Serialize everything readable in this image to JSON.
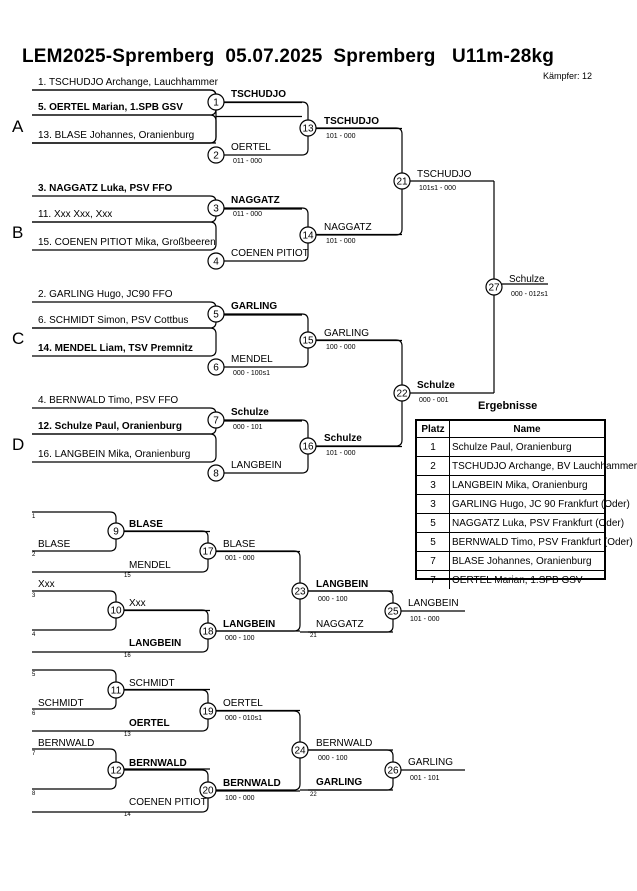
{
  "header": {
    "title": "LEM2025-Spremberg  05.07.2025  Spremberg   U11m-28kg",
    "kaempfer": "Kämpfer: 12"
  },
  "pools": [
    "A",
    "B",
    "C",
    "D"
  ],
  "entrants": [
    "1. TSCHUDJO Archange, Lauchhammer",
    "5. OERTEL Marian, 1.SPB GSV",
    "13. BLASE Johannes,  Oranienburg",
    "3. NAGGATZ Luka, PSV FFO",
    "11. Xxx Xxx, Xxx",
    "15. COENEN PITIOT Mika, Großbeeren",
    "2. GARLING Hugo, JC90 FFO",
    "6. SCHMIDT Simon, PSV Cottbus",
    "14. MENDEL Liam, TSV Premnitz",
    "4. BERNWALD Timo, PSV FFO",
    "12. Schulze Paul,  Oranienburg",
    "16. LANGBEIN Mika,  Oranienburg"
  ],
  "fights": [
    {
      "no": "1",
      "winner": "TSCHUDJO",
      "loser": "OERTEL",
      "score": "011 - 000"
    },
    {
      "no": "3",
      "winner": "NAGGATZ",
      "loser": "COENEN PITIOT",
      "score": "011 - 000"
    },
    {
      "no": "5",
      "winner": "GARLING",
      "loser": "MENDEL",
      "score": "000 - 100s1"
    },
    {
      "no": "7",
      "winner": "Schulze",
      "loser": "LANGBEIN",
      "score": "000 - 101"
    },
    {
      "no": "13",
      "winner": "TSCHUDJO",
      "loser": "NAGGATZ",
      "score": "101 - 000"
    },
    {
      "no": "15",
      "winner": "GARLING",
      "loser": "Schulze",
      "score": "100 - 000"
    },
    {
      "no": "21",
      "winner": "TSCHUDJO",
      "loser": "Schulze",
      "score": "101s1 - 000"
    },
    {
      "no": "27",
      "winner": "Schulze",
      "score": "000 - 012s1"
    },
    {
      "no": "2",
      "score": ""
    },
    {
      "no": "4",
      "score": ""
    },
    {
      "no": "6",
      "score": ""
    },
    {
      "no": "8",
      "score": ""
    },
    {
      "no": "14",
      "score": "101 - 000"
    },
    {
      "no": "16",
      "score": "101 - 000"
    },
    {
      "no": "22",
      "score": "000 - 001"
    }
  ],
  "repechage": {
    "seeds": [
      "1",
      "2",
      "3",
      "4",
      "5",
      "6",
      "7",
      "8",
      "15",
      "16",
      "13",
      "14",
      "21",
      "22"
    ],
    "names": {
      "blase_a": "BLASE",
      "blase_w": "BLASE",
      "blase_b": "BLASE",
      "mendel": "MENDEL",
      "xxx_a": "Xxx",
      "xxx_b": "Xxx",
      "langbein_a": "LANGBEIN",
      "langbein_b": "LANGBEIN",
      "langbein_c": "LANGBEIN",
      "langbein_d": "LANGBEIN",
      "naggatz": "NAGGATZ",
      "schmidt_a": "SCHMIDT",
      "schmidt_b": "SCHMIDT",
      "oertel_a": "OERTEL",
      "oertel_b": "OERTEL",
      "bernwald_a": "BERNWALD",
      "bernwald_b": "BERNWALD",
      "bernwald_c": "BERNWALD",
      "bernwald_d": "BERNWALD",
      "coenen": "COENEN PITIOT",
      "garling_a": "GARLING",
      "garling_b": "GARLING"
    },
    "fight_nos": [
      "9",
      "10",
      "11",
      "12",
      "17",
      "18",
      "19",
      "20",
      "23",
      "24",
      "25",
      "26"
    ],
    "scores": {
      "f17": "001 - 000",
      "f18": "000 - 100",
      "f19": "000 - 010s1",
      "f20": "100 - 000",
      "f23": "000 - 100",
      "f24": "000 - 100",
      "f25": "101 - 000",
      "f26": "001 - 101"
    }
  },
  "results": {
    "title": "Ergebnisse",
    "headers": [
      "Platz",
      "Name"
    ],
    "rows": [
      [
        "1",
        "Schulze Paul,  Oranienburg"
      ],
      [
        "2",
        "TSCHUDJO Archange, BV Lauchhammer"
      ],
      [
        "3",
        "LANGBEIN Mika,  Oranienburg"
      ],
      [
        "3",
        "GARLING Hugo, JC 90 Frankfurt (Oder)"
      ],
      [
        "5",
        "NAGGATZ Luka, PSV Frankfurt (Oder)"
      ],
      [
        "5",
        "BERNWALD Timo, PSV Frankfurt (Oder)"
      ],
      [
        "7",
        "BLASE Johannes,  Oranienburg"
      ],
      [
        "7",
        "OERTEL Marian, 1.SPB GSV"
      ]
    ]
  }
}
